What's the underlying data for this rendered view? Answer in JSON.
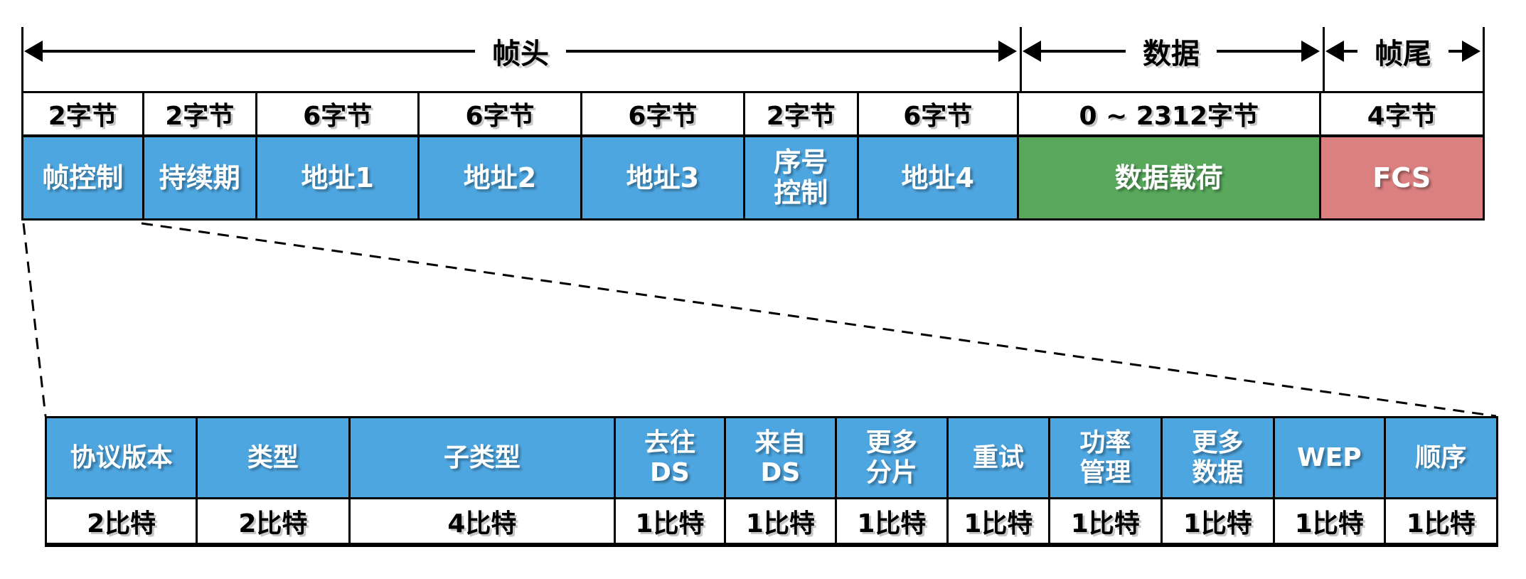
{
  "colors": {
    "blue": "#4EA6E0",
    "green": "#58A95C",
    "red": "#DB8080",
    "line": "#000000"
  },
  "section_arrows": [
    {
      "label": "帧头"
    },
    {
      "label": "数据"
    },
    {
      "label": "帧尾"
    }
  ],
  "frame_table": {
    "columns": [
      {
        "size": "2字节",
        "name": "帧控制",
        "color": "blue"
      },
      {
        "size": "2字节",
        "name": "持续期",
        "color": "blue"
      },
      {
        "size": "6字节",
        "name": "地址1",
        "color": "blue"
      },
      {
        "size": "6字节",
        "name": "地址2",
        "color": "blue"
      },
      {
        "size": "6字节",
        "name": "地址3",
        "color": "blue"
      },
      {
        "size": "2字节",
        "name": "序号\n控制",
        "color": "blue"
      },
      {
        "size": "6字节",
        "name": "地址4",
        "color": "blue"
      },
      {
        "size": "0 ~ 2312字节",
        "name": "数据载荷",
        "color": "green"
      },
      {
        "size": "4字节",
        "name": "FCS",
        "color": "red"
      }
    ]
  },
  "frame_control_table": {
    "columns": [
      {
        "name": "协议版本",
        "size": "2比特"
      },
      {
        "name": "类型",
        "size": "2比特"
      },
      {
        "name": "子类型",
        "size": "4比特"
      },
      {
        "name": "去往\nDS",
        "size": "1比特"
      },
      {
        "name": "来自\nDS",
        "size": "1比特"
      },
      {
        "name": "更多\n分片",
        "size": "1比特"
      },
      {
        "name": "重试",
        "size": "1比特"
      },
      {
        "name": "功率\n管理",
        "size": "1比特"
      },
      {
        "name": "更多\n数据",
        "size": "1比特"
      },
      {
        "name": "WEP",
        "size": "1比特"
      },
      {
        "name": "顺序",
        "size": "1比特"
      }
    ]
  }
}
